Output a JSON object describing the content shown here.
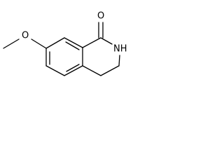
{
  "molecule": {
    "atoms": {
      "carbonyl_oxygen": "O",
      "ring_nitrogen": "NH",
      "methoxy_oxygen": "O"
    }
  }
}
